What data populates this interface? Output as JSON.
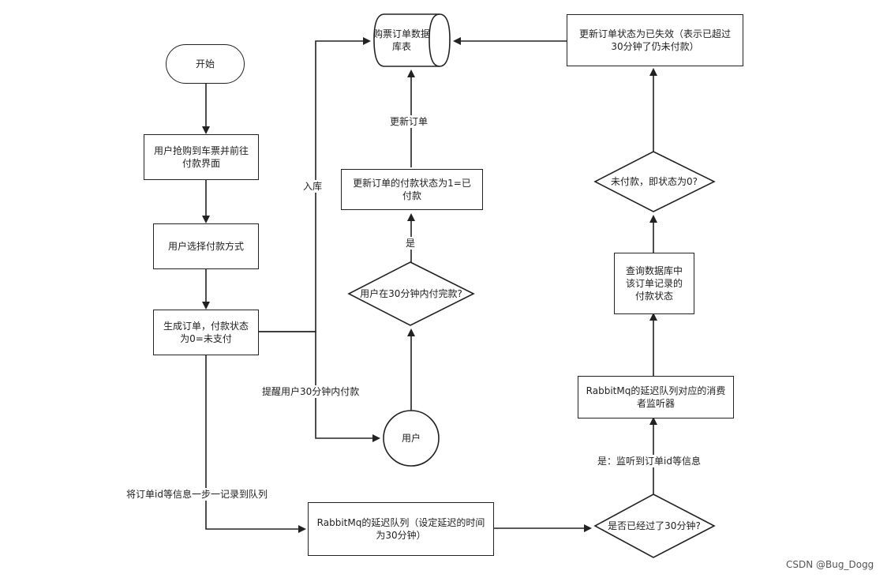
{
  "nodes": {
    "start": "开始",
    "grab_ticket": "用户抢购到车票并前往付款界面",
    "choose_payment": "用户选择付款方式",
    "create_order": "生成订单，付款状态为0=未支付",
    "ticket_db": "购票订单数据库表",
    "user": "用户",
    "paid_in_30": "用户在30分钟内付完款?",
    "update_paid": "更新订单的付款状态为1=已付款",
    "delay_queue": "RabbitMq的延迟队列（设定延迟的时间为30分钟）",
    "past_30": "是否已经过了30分钟?",
    "consumer": "RabbitMq的延迟队列对应的消费者监听器",
    "query_db": "查询数据库中该订单记录的付款状态",
    "unpaid_check": "未付款，即状态为0?",
    "mark_expired": "更新订单状态为已失效（表示已超过30分钟了仍未付款）"
  },
  "edge_labels": {
    "store": "入库",
    "update_order": "更新订单",
    "yes": "是",
    "remind": "提醒用户30分钟内付款",
    "record_queue": "将订单id等信息一步一记录到队列",
    "yes_listened": "是：监听到订单id等信息"
  },
  "watermark": "CSDN @Bug_Dogg"
}
